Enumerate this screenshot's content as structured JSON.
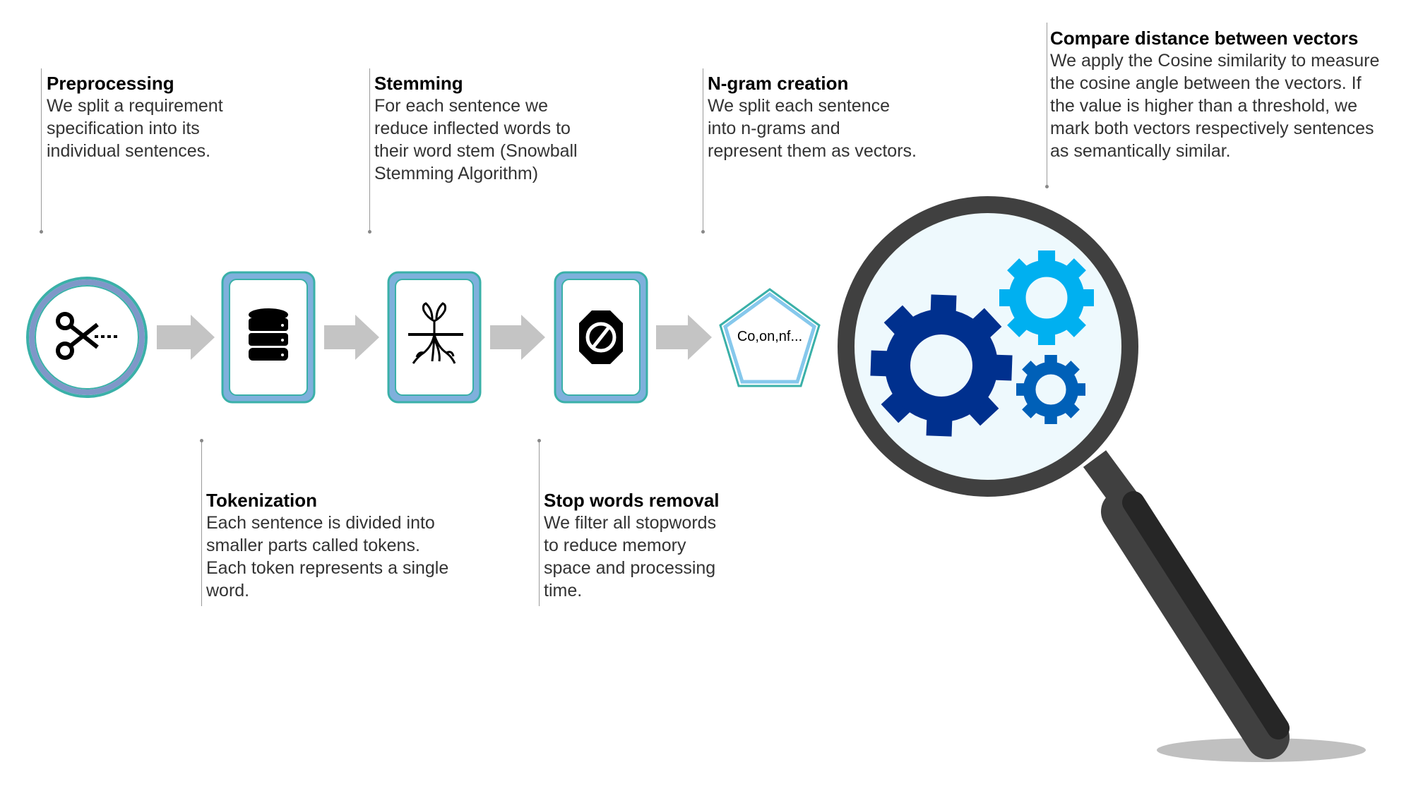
{
  "steps": {
    "preprocessing": {
      "title": "Preprocessing",
      "lines": [
        "We split a requirement",
        "specification into its",
        "individual sentences."
      ]
    },
    "tokenization": {
      "title": "Tokenization",
      "lines": [
        "Each sentence is divided into",
        "smaller parts called tokens.",
        "Each token represents a single",
        "word."
      ]
    },
    "stemming": {
      "title": "Stemming",
      "lines": [
        "For each sentence we",
        "reduce inflected words to",
        "their word stem (Snowball",
        "Stemming Algorithm)"
      ]
    },
    "stopwords": {
      "title": "Stop words removal",
      "lines": [
        "We filter all stopwords",
        "to reduce memory",
        "space and processing",
        "time."
      ]
    },
    "ngram": {
      "title": "N-gram creation",
      "lines": [
        "We split each sentence",
        "into n-grams and",
        "represent them as vectors."
      ]
    },
    "compare": {
      "title": "Compare distance between vectors",
      "lines": [
        "We apply the Cosine similarity to measure",
        "the cosine angle between the vectors.  If",
        "the value is higher than a threshold, we",
        "mark both vectors respectively sentences",
        "as semantically similar."
      ]
    }
  },
  "pentagon_label": "Co,on,nf...",
  "icons": [
    "scissors-icon",
    "database-icon",
    "plant-roots-icon",
    "stop-sign-icon",
    "magnifier-icon",
    "gear-icon"
  ],
  "colors": {
    "teal": "#3ab0a8",
    "frame_blue": "#7fb0dc",
    "light_blue": "#86c8ec",
    "arrow": "#c4c4c4",
    "gear_dark": "#00308e",
    "gear_light": "#00b0f0",
    "gear_mid": "#0060b8",
    "lens": "#eef9fd",
    "handle": "#404040",
    "handle_dark": "#262626"
  }
}
